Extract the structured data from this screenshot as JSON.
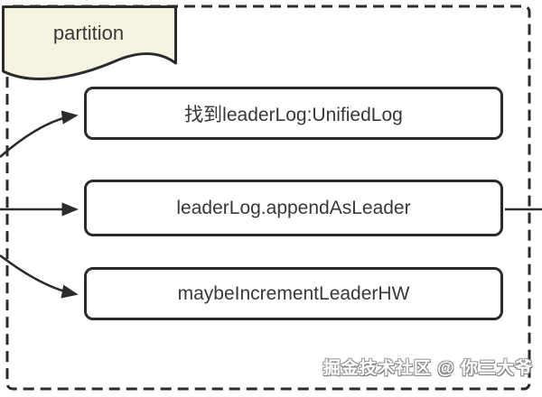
{
  "diagram": {
    "partition_label": "partition",
    "nodes": [
      {
        "label": "找到leaderLog:UnifiedLog"
      },
      {
        "label": "leaderLog.appendAsLeader"
      },
      {
        "label": "maybeIncrementLeaderHW"
      }
    ],
    "watermark": "掘金技术社区 @ 你三大爷",
    "colors": {
      "line": "#2b2b2b",
      "partition_fill": "#f6f4e0",
      "box_fill": "#ffffff",
      "text": "#383838"
    }
  }
}
